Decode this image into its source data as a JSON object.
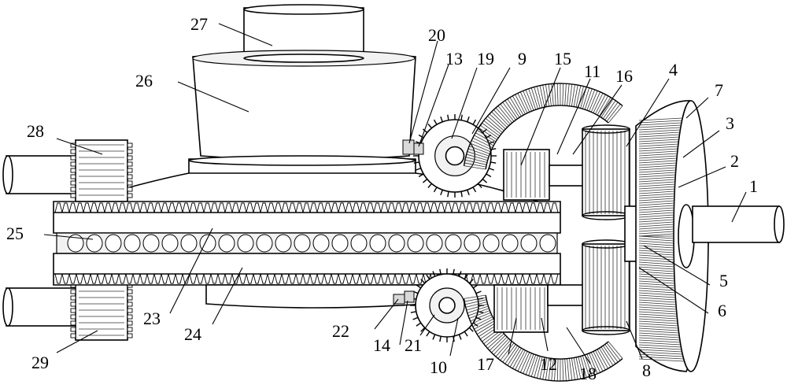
{
  "figure": {
    "callouts": [
      {
        "id": "c1",
        "label": "1"
      },
      {
        "id": "c2",
        "label": "2"
      },
      {
        "id": "c3",
        "label": "3"
      },
      {
        "id": "c4",
        "label": "4"
      },
      {
        "id": "c5",
        "label": "5"
      },
      {
        "id": "c6",
        "label": "6"
      },
      {
        "id": "c7",
        "label": "7"
      },
      {
        "id": "c8",
        "label": "8"
      },
      {
        "id": "c9",
        "label": "9"
      },
      {
        "id": "c10",
        "label": "10"
      },
      {
        "id": "c11",
        "label": "11"
      },
      {
        "id": "c12",
        "label": "12"
      },
      {
        "id": "c13",
        "label": "13"
      },
      {
        "id": "c14",
        "label": "14"
      },
      {
        "id": "c15",
        "label": "15"
      },
      {
        "id": "c16",
        "label": "16"
      },
      {
        "id": "c17",
        "label": "17"
      },
      {
        "id": "c18",
        "label": "18"
      },
      {
        "id": "c19",
        "label": "19"
      },
      {
        "id": "c20",
        "label": "20"
      },
      {
        "id": "c21",
        "label": "21"
      },
      {
        "id": "c22",
        "label": "22"
      },
      {
        "id": "c23",
        "label": "23"
      },
      {
        "id": "c24",
        "label": "24"
      },
      {
        "id": "c25",
        "label": "25"
      },
      {
        "id": "c26",
        "label": "26"
      },
      {
        "id": "c27",
        "label": "27"
      },
      {
        "id": "c28",
        "label": "28"
      },
      {
        "id": "c29",
        "label": "29"
      }
    ]
  }
}
